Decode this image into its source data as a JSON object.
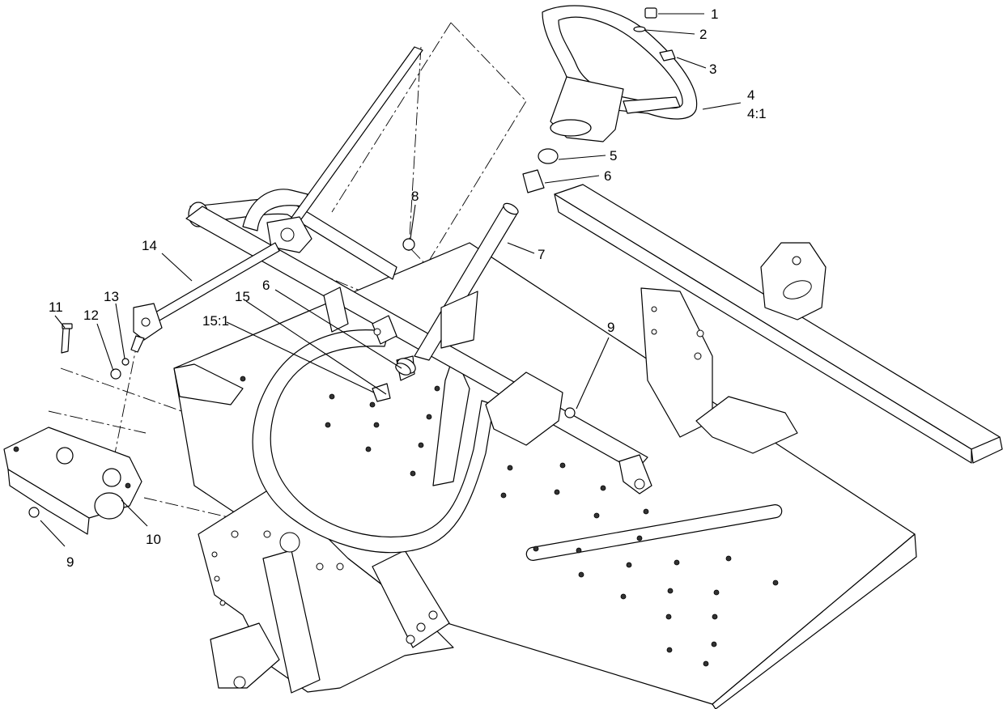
{
  "callouts": {
    "c1": "1",
    "c2": "2",
    "c3": "3",
    "c4": "4",
    "c4_1": "4:1",
    "c5": "5",
    "c6_top": "6",
    "c7": "7",
    "c8": "8",
    "c9_right": "9",
    "c14": "14",
    "c11": "11",
    "c12": "12",
    "c13": "13",
    "c15": "15",
    "c6_mid": "6",
    "c15_1": "15:1",
    "c10": "10",
    "c9_left": "9"
  }
}
